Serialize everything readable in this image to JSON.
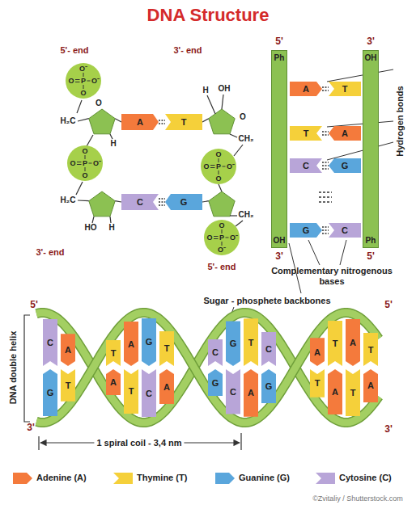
{
  "diagram": {
    "title": "DNA Structure",
    "nodes": [
      {
        "text": [
          "O⁻",
          "O",
          "P",
          "O⁻",
          "O"
        ]
      },
      {
        "text": [
          "A"
        ]
      },
      {
        "text": [
          "T"
        ]
      },
      {
        "text": [
          "O",
          "O",
          "P",
          "O⁻",
          "O"
        ]
      },
      {
        "text": [
          "O",
          "O",
          "P",
          "O⁻",
          "O"
        ]
      },
      {
        "text": [
          "C"
        ]
      },
      {
        "text": [
          "G"
        ]
      },
      {
        "text": [
          "O",
          "O",
          "P",
          "O⁻",
          "O⁻"
        ]
      },
      {
        "text": [
          "Ph",
          "OH"
        ]
      },
      {
        "text": [
          "OH",
          "Ph"
        ]
      },
      {
        "text": [
          "A"
        ]
      },
      {
        "text": [
          "T"
        ]
      },
      {
        "text": [
          "T"
        ]
      },
      {
        "text": [
          "A"
        ]
      },
      {
        "text": [
          "C"
        ]
      },
      {
        "text": [
          "G"
        ]
      },
      {
        "text": [
          "G"
        ]
      },
      {
        "text": [
          "C"
        ]
      },
      {
        "text": [
          "C"
        ]
      },
      {
        "text": [
          "G"
        ]
      },
      {
        "text": [
          "A"
        ]
      },
      {
        "text": [
          "T"
        ]
      },
      {
        "text": [
          "T"
        ]
      },
      {
        "text": [
          "A"
        ]
      },
      {
        "text": [
          "A"
        ]
      },
      {
        "text": [
          "T"
        ]
      },
      {
        "text": [
          "G"
        ]
      },
      {
        "text": [
          "C"
        ]
      },
      {
        "text": [
          "T"
        ]
      },
      {
        "text": [
          "A"
        ]
      },
      {
        "text": [
          "C"
        ]
      },
      {
        "text": [
          "G"
        ]
      },
      {
        "text": [
          "G"
        ]
      },
      {
        "text": [
          "C"
        ]
      },
      {
        "text": [
          "T"
        ]
      },
      {
        "text": [
          "A"
        ]
      },
      {
        "text": [
          "C"
        ]
      },
      {
        "text": [
          "G"
        ]
      },
      {
        "text": [
          "A"
        ]
      },
      {
        "text": [
          "T"
        ]
      },
      {
        "text": [
          "T"
        ]
      },
      {
        "text": [
          "A"
        ]
      },
      {
        "text": [
          "A"
        ]
      },
      {
        "text": [
          "T"
        ]
      },
      {
        "text": [
          "T"
        ]
      },
      {
        "text": [
          "A"
        ]
      }
    ],
    "edges": [
      {
        "from": 1,
        "to": 2,
        "arrow": "none"
      },
      {
        "from": 5,
        "to": 6,
        "arrow": "none"
      },
      {
        "from": 10,
        "to": 11,
        "arrow": "none"
      },
      {
        "from": 12,
        "to": 13,
        "arrow": "none"
      },
      {
        "from": 14,
        "to": 15,
        "arrow": "none"
      },
      {
        "from": 16,
        "to": 17,
        "arrow": "none"
      }
    ],
    "labels": [
      "5'- end",
      "3'- end",
      "5'",
      "3'",
      "H",
      "OH",
      "H₂C",
      "O",
      "O",
      "H",
      "CH₂",
      "Hydrogen bonds",
      "H₂C",
      "HO",
      "H",
      "CH₂",
      "3'- end",
      "5'- end",
      "3'",
      "5'",
      "Complementary nitrogenous bases",
      "Sugar - phosphete backbones",
      "5'",
      "5'",
      "DNA double helix",
      "3'",
      "3'",
      "1 spiral coil - 3,4 nm",
      "©Zvitaliy / Shutterstock.com"
    ],
    "legend": [
      {
        "text": "Adenine (A)",
        "color": "#f47a3c"
      },
      {
        "text": "Thymine (T)",
        "color": "#f5d03a"
      },
      {
        "text": "Guanine (G)",
        "color": "#5aa6dc"
      },
      {
        "text": "Cytosine (C)",
        "color": "#b8a5d8"
      }
    ]
  }
}
